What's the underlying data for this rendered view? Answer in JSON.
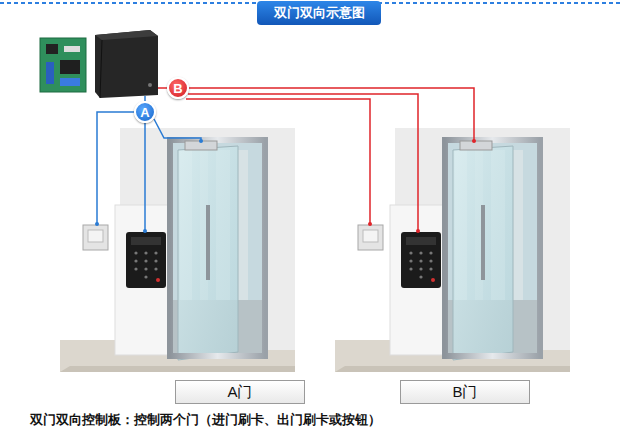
{
  "diagram": {
    "title": "双门双向示意图",
    "caption": "双门双向控制板：控制两个门（进门刷卡、出门刷卡或按钮）",
    "nodes": [
      {
        "text": [
          "A"
        ]
      },
      {
        "text": [
          "B"
        ]
      },
      {
        "text": [
          "A门"
        ]
      },
      {
        "text": [
          "B门"
        ]
      }
    ]
  }
}
